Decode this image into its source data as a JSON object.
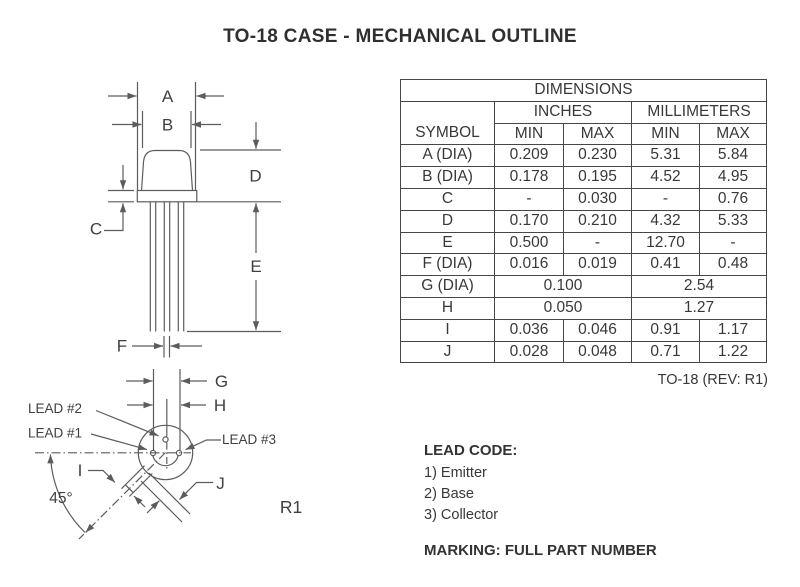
{
  "page": {
    "title": "TO-18 CASE - MECHANICAL OUTLINE"
  },
  "colors": {
    "line": "#5c5c5c",
    "text": "#3f3f3f",
    "table_border": "#464646"
  },
  "table": {
    "title": "DIMENSIONS",
    "symbol_header": "SYMBOL",
    "group_inches": "INCHES",
    "group_mm": "MILLIMETERS",
    "min": "MIN",
    "max": "MAX",
    "rows": [
      {
        "symbol": "A (DIA)",
        "in_min": "0.209",
        "in_max": "0.230",
        "mm_min": "5.31",
        "mm_max": "5.84"
      },
      {
        "symbol": "B (DIA)",
        "in_min": "0.178",
        "in_max": "0.195",
        "mm_min": "4.52",
        "mm_max": "4.95"
      },
      {
        "symbol": "C",
        "in_min": "-",
        "in_max": "0.030",
        "mm_min": "-",
        "mm_max": "0.76"
      },
      {
        "symbol": "D",
        "in_min": "0.170",
        "in_max": "0.210",
        "mm_min": "4.32",
        "mm_max": "5.33"
      },
      {
        "symbol": "E",
        "in_min": "0.500",
        "in_max": "-",
        "mm_min": "12.70",
        "mm_max": "-"
      },
      {
        "symbol": "F (DIA)",
        "in_min": "0.016",
        "in_max": "0.019",
        "mm_min": "0.41",
        "mm_max": "0.48"
      },
      {
        "symbol": "G (DIA)",
        "in": "0.100",
        "mm": "2.54",
        "span": true
      },
      {
        "symbol": "H",
        "in": "0.050",
        "mm": "1.27",
        "span": true
      },
      {
        "symbol": "I",
        "in_min": "0.036",
        "in_max": "0.046",
        "mm_min": "0.91",
        "mm_max": "1.17"
      },
      {
        "symbol": "J",
        "in_min": "0.028",
        "in_max": "0.048",
        "mm_min": "0.71",
        "mm_max": "1.22"
      }
    ],
    "rev_note": "TO-18 (REV: R1)"
  },
  "diagram": {
    "labels": {
      "a": "A",
      "b": "B",
      "c": "C",
      "d": "D",
      "e": "E",
      "f": "F",
      "g": "G",
      "h": "H",
      "i": "I",
      "j": "J",
      "angle": "45°",
      "lead1": "LEAD #1",
      "lead2": "LEAD #2",
      "lead3": "LEAD #3",
      "rev": "R1"
    }
  },
  "lead_code": {
    "heading": "LEAD CODE:",
    "items": [
      "1) Emitter",
      "2) Base",
      "3) Collector"
    ]
  },
  "marking": "MARKING: FULL PART NUMBER"
}
